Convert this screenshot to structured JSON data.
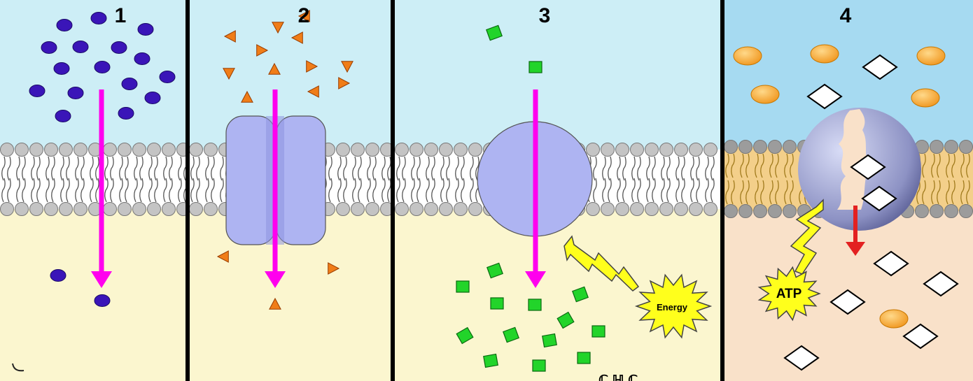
{
  "panels": [
    {
      "label": "1",
      "transport": "simple diffusion"
    },
    {
      "label": "2",
      "transport": "channel-mediated diffusion"
    },
    {
      "label": "3",
      "transport": "carrier-mediated transport"
    },
    {
      "label": "4",
      "transport": "active transport"
    }
  ],
  "labels": {
    "energy": "Energy",
    "atp": "ATP"
  },
  "colors": {
    "outside_fluid": "#cdeef6",
    "outside_fluid_4": "#a6daf1",
    "inside_fluid": "#fbf6cf",
    "inside_fluid_4": "#f9e1c9",
    "phospholipid_head": "#c4c4c4",
    "protein": "#aeb4f2",
    "arrow": "#ff00ee",
    "red_arrow": "#e32121",
    "circle_molecule": "#3a15b8",
    "triangle_molecule": "#f07d18",
    "square_molecule": "#22d42a",
    "ellipse_molecule": "#f7a836",
    "energy_burst": "#ffff1c",
    "divider": "#000000"
  }
}
